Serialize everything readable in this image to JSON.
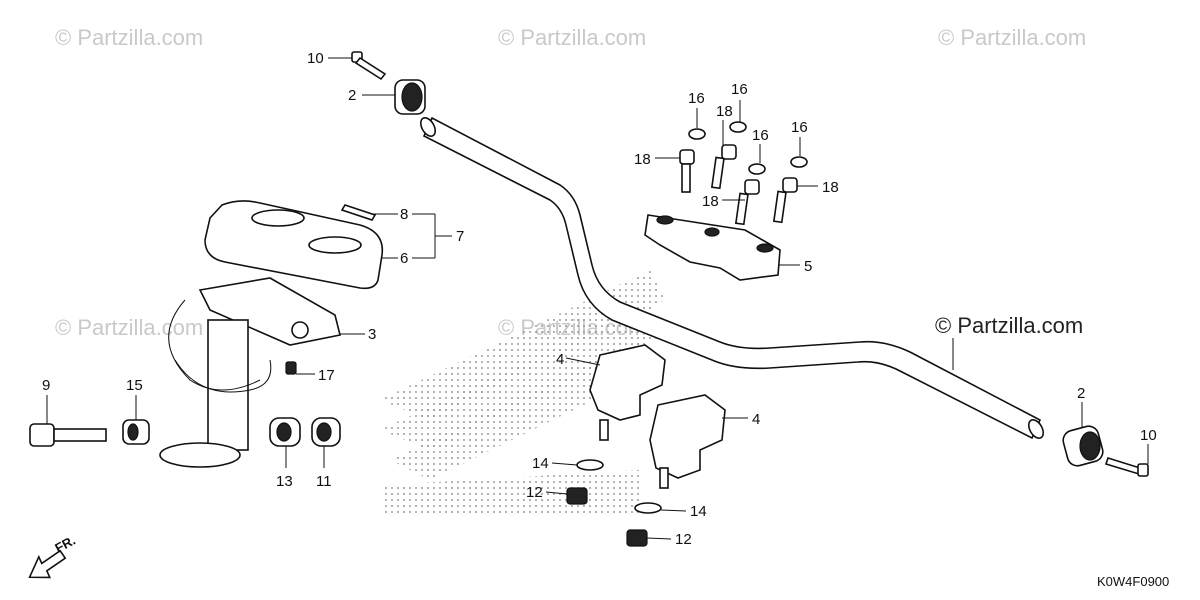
{
  "diagram": {
    "watermarks": [
      "© Partzilla.com",
      "© Partzilla.com",
      "© Partzilla.com",
      "© Partzilla.com",
      "© Partzilla.com"
    ],
    "main_watermark": "© Partzilla.com",
    "diagram_code": "K0W4F0900",
    "direction_label": "FR.",
    "callouts": {
      "c10a": "10",
      "c2a": "2",
      "c8": "8",
      "c7": "7",
      "c6": "6",
      "c3": "3",
      "c17": "17",
      "c9": "9",
      "c15": "15",
      "c13": "13",
      "c11": "11",
      "c16a": "16",
      "c16b": "16",
      "c18a": "18",
      "c16c": "16",
      "c16d": "16",
      "c18b": "18",
      "c18c": "18",
      "c18d": "18",
      "c5": "5",
      "c4a": "4",
      "c4b": "4",
      "c14a": "14",
      "c12a": "12",
      "c14b": "14",
      "c12b": "12",
      "c2b": "2",
      "c10b": "10"
    }
  }
}
